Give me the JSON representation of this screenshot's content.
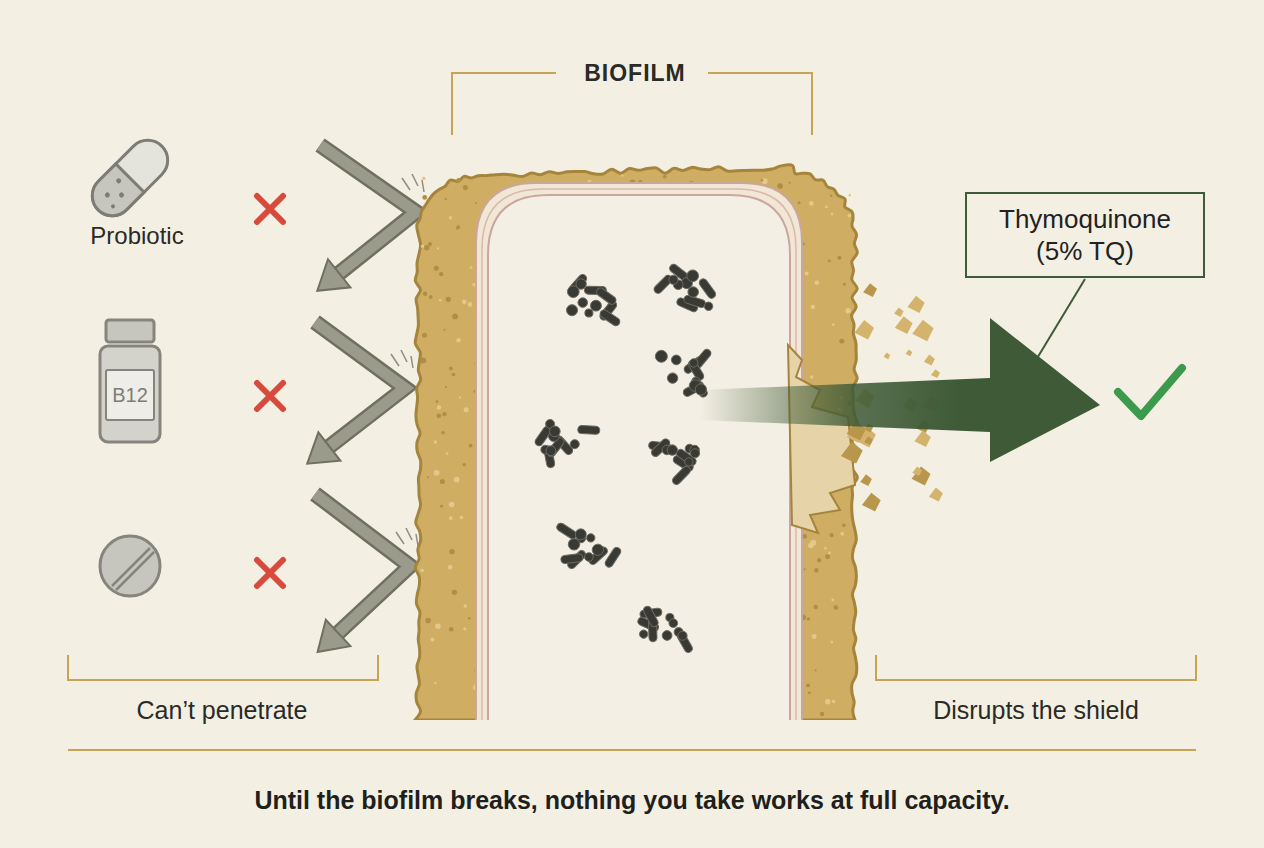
{
  "diagram": {
    "caption": "Until the biofilm breaks, nothing you take works at full capacity.",
    "nodes": [
      {
        "text": [
          "BIOFILM"
        ]
      },
      {
        "text": [
          "Thymoquinone (5% TQ)"
        ]
      }
    ],
    "labels": [
      "Probiotic",
      "B12",
      "Can’t penetrate",
      "Disrupts the shield"
    ]
  }
}
